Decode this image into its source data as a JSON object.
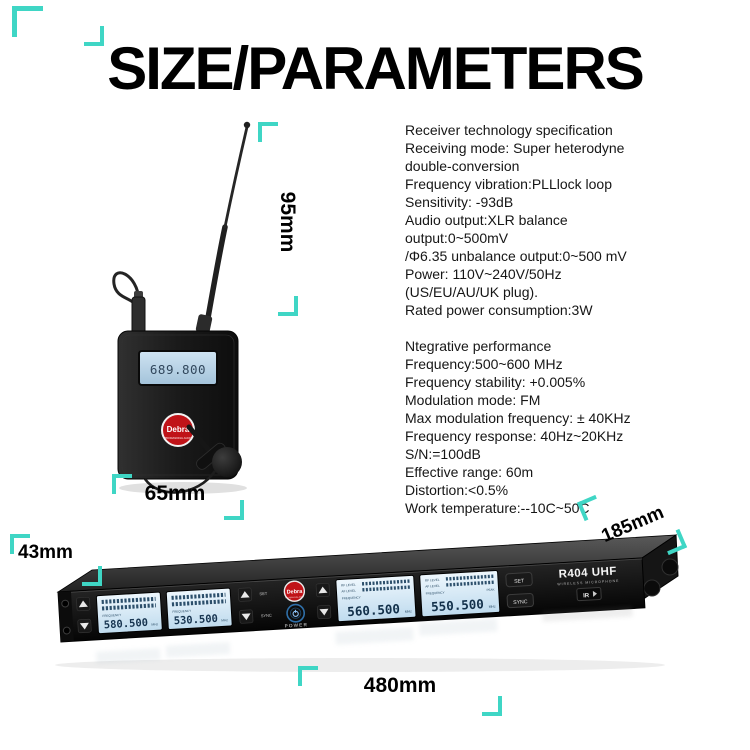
{
  "accent_color": "#3fd6c5",
  "title": "SIZE/PARAMETERS",
  "specs": {
    "receiver_section": [
      "Receiver technology specification",
      "Receiving mode: Super heterodyne",
      "double-conversion",
      "Frequency vibration:PLLlock loop",
      "Sensitivity: -93dB",
      "Audio output:XLR balance",
      "output:0~500mV",
      "/Φ6.35 unbalance output:0~500 mV",
      "Power: 110V~240V/50Hz",
      "(US/EU/AU/UK plug).",
      "Rated power consumption:3W"
    ],
    "performance_section": [
      "Ntegrative performance",
      "Frequency:500~600 MHz",
      "Frequency stability: +0.005%",
      "Modulation mode: FM",
      "Max modulation frequency: ± 40KHz",
      "Frequency response: 40Hz~20KHz",
      "S/N:=100dB",
      "Effective range: 60m",
      "Distortion:<0.5%",
      "Work temperature:--10C~50C"
    ]
  },
  "dimensions": {
    "bodypack_height": "95mm",
    "bodypack_width": "65mm",
    "receiver_height": "43mm",
    "receiver_depth": "185mm",
    "receiver_width": "480mm"
  },
  "bodypack": {
    "lcd_frequency": "689.800",
    "logo": "Debra",
    "logo_subtitle": "PROFESSIONAL AUDIO"
  },
  "receiver": {
    "model": "R404 UHF",
    "model_subtitle": "WIRELESS MICROPHONE",
    "ir_label": "IR",
    "power_label": "POWER",
    "logo": "Debra",
    "logo_subtitle": "PROFESSIONAL AUDIO",
    "channel_displays": [
      "580.500",
      "530.500",
      "560.500",
      "550.500"
    ],
    "display_text": {
      "rf_level": "RF LEVEL",
      "af_level": "AF LEVEL",
      "frequency": "FREQUENCY",
      "mhz": "MHz",
      "peak": "PEAK"
    },
    "buttons": {
      "set": "SET",
      "sync": "SYNC"
    }
  }
}
